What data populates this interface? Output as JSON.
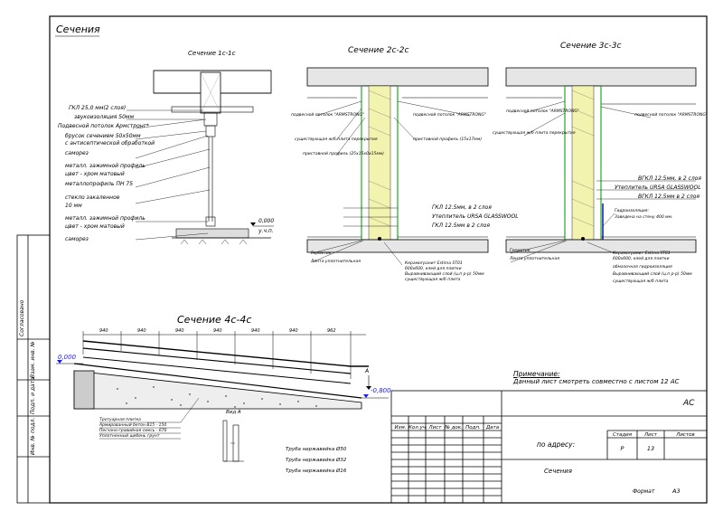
{
  "sheet_title": "Сечения",
  "section_1": {
    "title": "Сечение 1с-1с",
    "labels": [
      "ГКЛ 25,0 мм(2 слоя)",
      "звукоизоляция 50мм",
      "Подвесной потолок Армстронг*",
      "брусок сечением 50х50мм",
      "с антисептической обработкой",
      "саморез",
      "металл. зажимной профиль",
      "цвет - хром матовый",
      "металлопрофиль ПН 75",
      "стекло закаленное",
      "10 мм",
      "металл. зажимной профиль",
      "цвет - хром матовый",
      "саморез"
    ],
    "level_value": "0,000",
    "level_label": "у.ч.п."
  },
  "section_2": {
    "title": "Сечение 2с-2с",
    "labels_top": [
      "подвесной потолок \"ARMSTRONG\"",
      "подвесной потолок \"ARMSTRONG\"",
      "существующая ж/б плита перекрытия",
      "приставной профиль (25х15х0х15мм)",
      "приставной профиль (15х17мм)"
    ],
    "labels_mid": [
      "ГКЛ 12.5мм, в 2 слоя",
      "Утеплитель URSA GLASSWOOL",
      "ГКЛ 12.5мм в 2 слоя"
    ],
    "labels_bottom": [
      "Герметик",
      "Лента уплотнительная",
      "Керамогранит Estima ST01",
      "600х600, клей для плитки",
      "Выравнивающий слой (ц.п р-р) 50мм",
      "существующая ж/б плита"
    ]
  },
  "section_3": {
    "title": "Сечение 3с-3с",
    "labels_top": [
      "подвесной потолок \"ARMSTRONG\"",
      "подвесной потолок \"ARMSTRONG\"",
      "существующая ж/б плита перекрытия"
    ],
    "labels_mid": [
      "ВГКЛ 12.5мм, в 2 слоя",
      "Утеплитель URSA GLASSWOOL",
      "ВГКЛ 12.5мм в 2 слоя"
    ],
    "labels_hydro": [
      "Гидроизоляция:",
      "Заведена на стену 400 мм."
    ],
    "labels_bottom": [
      "Герметик",
      "Лента уплотнительная",
      "Керамогранит Estima ST01",
      "600х600, клей для плитки",
      "обмазочная гидроизоляция",
      "Выравнивающий слой (ц.п р-р) 50мм",
      "существующая ж/б плита"
    ]
  },
  "section_4": {
    "title": "Сечение 4с-4с",
    "dims": [
      "940",
      "940",
      "940",
      "940",
      "940",
      "940",
      "962"
    ],
    "level_top": "0,000",
    "level_bottom": "-0,800",
    "mark_a": "A",
    "layers": [
      "Тротуарная плитка",
      "Армированный бетон В15 - 150",
      "Песчано-гравийная смесь - 670",
      "Уплотненный щебень грунт"
    ],
    "node_label": "Вид А",
    "pipes": [
      "Труба нержавейка Ø50",
      "Труба нержавейка Ø32",
      "Труба нержавейка Ø16"
    ]
  },
  "note": {
    "title": "Примечание:",
    "text": "Данный лист смотреть совместно с листом 12 АС"
  },
  "stamp": {
    "code": "АС",
    "col_headers": [
      "Изм.",
      "Кол.уч.",
      "Лист",
      "№ док.",
      "Подп.",
      "Дата"
    ],
    "address": "по адресу:",
    "stage_header": "Стадия",
    "sheet_header": "Лист",
    "sheets_header": "Листов",
    "stage": "Р",
    "sheet": "13",
    "sheet_name": "Сечения",
    "format_label": "Формат",
    "format": "А3"
  },
  "left_margin": {
    "labels": [
      "Согласовано",
      "Взам. инв. №",
      "Подп. и дата",
      "Инв. № подл."
    ]
  }
}
